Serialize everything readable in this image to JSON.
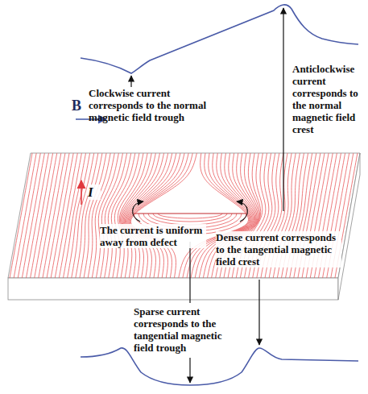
{
  "diagram": {
    "labels": [
      "B",
      "Clockwise current corresponds to the normal magnetic field trough",
      "Anticlockwise current corresponds to the normal magnetic field crest",
      "I",
      "The current is uniform away from defect",
      "Dense current corresponds to the tangential magnetic field crest",
      "Sparse current corresponds to the tangential magnetic field trough"
    ]
  }
}
